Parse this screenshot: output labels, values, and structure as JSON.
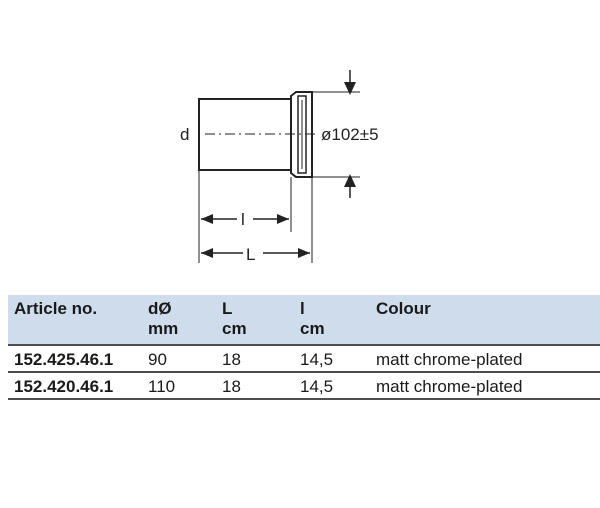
{
  "drawing": {
    "label_d": "d",
    "label_diameter": "ø102±5",
    "label_l_small": "l",
    "label_l_large": "L"
  },
  "table": {
    "headers": [
      {
        "line1": "Article no.",
        "line2": ""
      },
      {
        "line1": "dØ",
        "line2": "mm"
      },
      {
        "line1": "L",
        "line2": "cm"
      },
      {
        "line1": "l",
        "line2": "cm"
      },
      {
        "line1": "Colour",
        "line2": ""
      }
    ],
    "rows": [
      {
        "article": "152.425.46.1",
        "d": "90",
        "L": "18",
        "l": "14,5",
        "colour": "matt chrome-plated"
      },
      {
        "article": "152.420.46.1",
        "d": "110",
        "L": "18",
        "l": "14,5",
        "colour": "matt chrome-plated"
      }
    ]
  }
}
